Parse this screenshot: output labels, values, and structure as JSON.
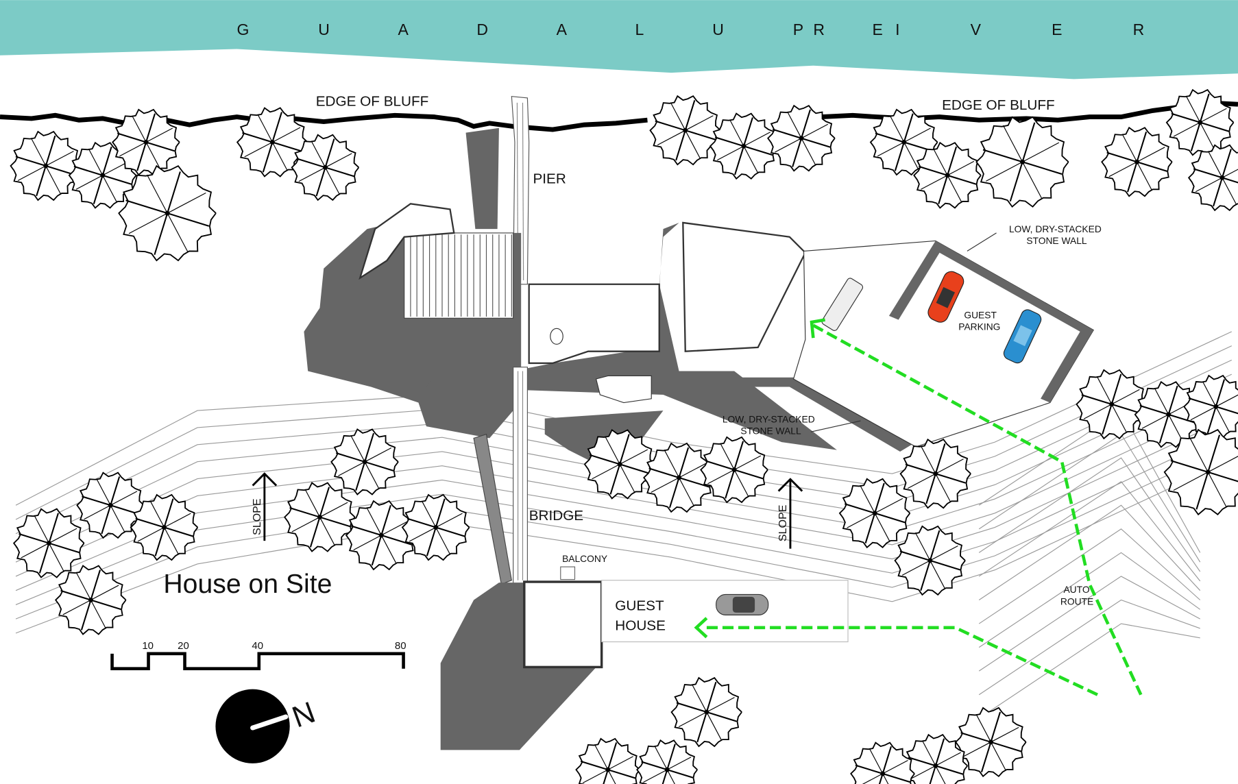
{
  "river": {
    "label_part1": "G U A D A L U P E",
    "label_part2": "R I V E R",
    "color": "#7ccbc6"
  },
  "labels": {
    "bluff_left": "EDGE OF BLUFF",
    "bluff_right": "EDGE OF BLUFF",
    "pier": "PIER",
    "stone_wall_top_1": "LOW, DRY-STACKED",
    "stone_wall_top_2": "STONE WALL",
    "guest_parking_1": "GUEST",
    "guest_parking_2": "PARKING",
    "stone_wall_mid_1": "LOW, DRY-STACKED",
    "stone_wall_mid_2": "STONE WALL",
    "bridge": "BRIDGE",
    "slope_left": "SLOPE",
    "slope_right": "SLOPE",
    "balcony": "BALCONY",
    "title": "House on Site",
    "guest_house_1": "GUEST",
    "guest_house_2": "HOUSE",
    "auto_route_1": "AUTO",
    "auto_route_2": "ROUTE"
  },
  "scale_bar": {
    "ticks": [
      "10",
      "20",
      "40",
      "80"
    ]
  },
  "north_arrow": {
    "label": "N"
  },
  "colors": {
    "building": "#666666",
    "route": "#22dd22",
    "car_red": "#e8401c",
    "car_blue": "#2a8fd0"
  }
}
